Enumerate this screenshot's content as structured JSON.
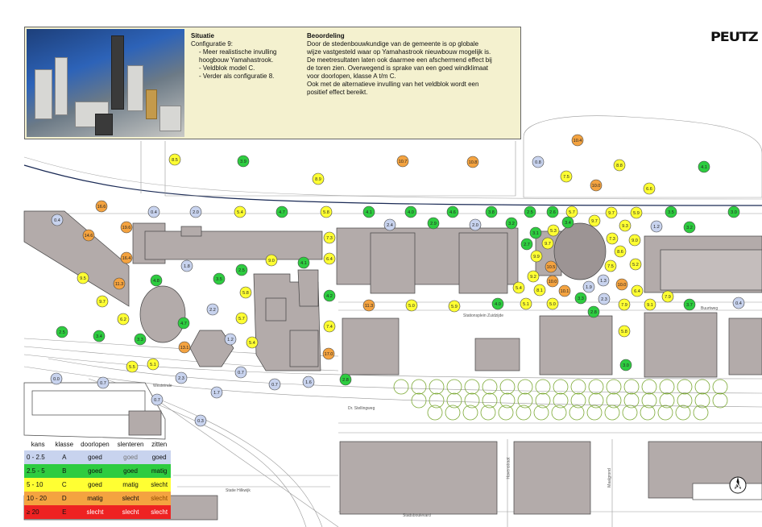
{
  "header": {
    "situatie": {
      "heading": "Situatie",
      "subheading": "Configuratie 9:",
      "items": [
        "Meer realistische invulling hoogbouw Yamahastrook.",
        "Veldblok model C.",
        "Verder als configuratie 8."
      ]
    },
    "beoordeling": {
      "heading": "Beoordeling",
      "lines": [
        "Door de stedenbouwkundige van de gemeente is op globale",
        "wijze vastgesteld waar op Yamahastrook nieuwbouw mogelijk is.",
        "De meetresultaten laten ook daarmee een afschermend effect bij",
        "de toren zien. Overwegend is sprake van een goed windklimaat",
        "voor doorlopen, klasse A t/m C.",
        "Ook met de alternatieve invulling van het veldblok wordt een",
        "positief effect bereikt."
      ]
    }
  },
  "logo": "PEUTZ",
  "north_label": "N",
  "street_labels": [
    "Stationsplein Zuidzijde",
    "Buurtweg",
    "Westeinde",
    "Dr. Stellingweg",
    "Havenstraat",
    "Maalgrond",
    "Statie Hilkwijk",
    "Stadsboulevard"
  ],
  "legend": {
    "headers": [
      "kans",
      "klasse",
      "doorlopen",
      "slenteren",
      "zitten"
    ],
    "rows": [
      {
        "range": "0 - 2.5",
        "klasse": "A",
        "doorlopen": "goed",
        "slenteren": "goed",
        "zitten": "goed",
        "color": "#c8d3ee"
      },
      {
        "range": "2.5 - 5",
        "klasse": "B",
        "doorlopen": "goed",
        "slenteren": "goed",
        "zitten": "matig",
        "color": "#2ecc40"
      },
      {
        "range": "5 - 10",
        "klasse": "C",
        "doorlopen": "goed",
        "slenteren": "matig",
        "zitten": "slecht",
        "color": "#ffff33"
      },
      {
        "range": "10 - 20",
        "klasse": "D",
        "doorlopen": "matig",
        "slenteren": "slecht",
        "zitten": "slecht",
        "color": "#f4a340"
      },
      {
        "range": "≥ 20",
        "klasse": "E",
        "doorlopen": "slecht",
        "slenteren": "slecht",
        "zitten": "slecht",
        "color": "#ee2222"
      }
    ]
  },
  "class_colors": {
    "A": "#c8d3ee",
    "B": "#2ecc40",
    "C": "#ffff33",
    "D": "#f4a340"
  },
  "measurements": [
    {
      "v": "8.5",
      "c": "C"
    },
    {
      "v": "3.9",
      "c": "B"
    },
    {
      "v": "8.9",
      "c": "C"
    },
    {
      "v": "10.7",
      "c": "D"
    },
    {
      "v": "10.8",
      "c": "D"
    },
    {
      "v": "0.8",
      "c": "A"
    },
    {
      "v": "10.4",
      "c": "D"
    },
    {
      "v": "7.5",
      "c": "C"
    },
    {
      "v": "8.8",
      "c": "C"
    },
    {
      "v": "10.0",
      "c": "D"
    },
    {
      "v": "6.6",
      "c": "C"
    },
    {
      "v": "4.1",
      "c": "B"
    },
    {
      "v": "16.6",
      "c": "D"
    },
    {
      "v": "0.4",
      "c": "A"
    },
    {
      "v": "2.0",
      "c": "A"
    },
    {
      "v": "5.4",
      "c": "C"
    },
    {
      "v": "4.7",
      "c": "B"
    },
    {
      "v": "5.8",
      "c": "C"
    },
    {
      "v": "4.1",
      "c": "B"
    },
    {
      "v": "4.0",
      "c": "B"
    },
    {
      "v": "4.6",
      "c": "B"
    },
    {
      "v": "3.8",
      "c": "B"
    },
    {
      "v": "2.5",
      "c": "B"
    },
    {
      "v": "2.6",
      "c": "B"
    },
    {
      "v": "5.7",
      "c": "C"
    },
    {
      "v": "9.7",
      "c": "C"
    },
    {
      "v": "5.9",
      "c": "C"
    },
    {
      "v": "3.5",
      "c": "B"
    },
    {
      "v": "3.0",
      "c": "B"
    },
    {
      "v": "0.4",
      "c": "A"
    },
    {
      "v": "19.6",
      "c": "D"
    },
    {
      "v": "2.4",
      "c": "A"
    },
    {
      "v": "2.9",
      "c": "B"
    },
    {
      "v": "2.0",
      "c": "A"
    },
    {
      "v": "3.2",
      "c": "B"
    },
    {
      "v": "3.4",
      "c": "B"
    },
    {
      "v": "9.7",
      "c": "C"
    },
    {
      "v": "9.3",
      "c": "C"
    },
    {
      "v": "1.2",
      "c": "A"
    },
    {
      "v": "3.2",
      "c": "B"
    },
    {
      "v": "14.6",
      "c": "D"
    },
    {
      "v": "7.3",
      "c": "C"
    },
    {
      "v": "3.1",
      "c": "B"
    },
    {
      "v": "5.3",
      "c": "C"
    },
    {
      "v": "7.3",
      "c": "C"
    },
    {
      "v": "9.0",
      "c": "C"
    },
    {
      "v": "2.7",
      "c": "B"
    },
    {
      "v": "9.7",
      "c": "C"
    },
    {
      "v": "8.6",
      "c": "C"
    },
    {
      "v": "16.4",
      "c": "D"
    },
    {
      "v": "9.0",
      "c": "C"
    },
    {
      "v": "4.1",
      "c": "B"
    },
    {
      "v": "6.4",
      "c": "C"
    },
    {
      "v": "9.9",
      "c": "C"
    },
    {
      "v": "1.8",
      "c": "A"
    },
    {
      "v": "2.5",
      "c": "B"
    },
    {
      "v": "10.5",
      "c": "D"
    },
    {
      "v": "7.5",
      "c": "C"
    },
    {
      "v": "5.2",
      "c": "C"
    },
    {
      "v": "9.5",
      "c": "C"
    },
    {
      "v": "11.3",
      "c": "D"
    },
    {
      "v": "4.8",
      "c": "B"
    },
    {
      "v": "3.5",
      "c": "B"
    },
    {
      "v": "9.2",
      "c": "C"
    },
    {
      "v": "10.0",
      "c": "D"
    },
    {
      "v": "1.3",
      "c": "A"
    },
    {
      "v": "10.0",
      "c": "D"
    },
    {
      "v": "5.8",
      "c": "C"
    },
    {
      "v": "4.2",
      "c": "B"
    },
    {
      "v": "5.4",
      "c": "C"
    },
    {
      "v": "8.1",
      "c": "C"
    },
    {
      "v": "10.1",
      "c": "D"
    },
    {
      "v": "1.9",
      "c": "A"
    },
    {
      "v": "6.4",
      "c": "C"
    },
    {
      "v": "7.9",
      "c": "C"
    },
    {
      "v": "9.7",
      "c": "C"
    },
    {
      "v": "2.2",
      "c": "A"
    },
    {
      "v": "11.3",
      "c": "D"
    },
    {
      "v": "5.0",
      "c": "C"
    },
    {
      "v": "5.9",
      "c": "C"
    },
    {
      "v": "4.0",
      "c": "B"
    },
    {
      "v": "5.1",
      "c": "C"
    },
    {
      "v": "5.0",
      "c": "C"
    },
    {
      "v": "3.3",
      "c": "B"
    },
    {
      "v": "2.3",
      "c": "A"
    },
    {
      "v": "7.9",
      "c": "C"
    },
    {
      "v": "9.1",
      "c": "C"
    },
    {
      "v": "3.7",
      "c": "B"
    },
    {
      "v": "0.4",
      "c": "A"
    },
    {
      "v": "6.2",
      "c": "C"
    },
    {
      "v": "5.7",
      "c": "C"
    },
    {
      "v": "2.8",
      "c": "B"
    },
    {
      "v": "2.5",
      "c": "B"
    },
    {
      "v": "3.4",
      "c": "B"
    },
    {
      "v": "3.3",
      "c": "B"
    },
    {
      "v": "4.7",
      "c": "B"
    },
    {
      "v": "7.4",
      "c": "C"
    },
    {
      "v": "5.8",
      "c": "C"
    },
    {
      "v": "13.1",
      "c": "D"
    },
    {
      "v": "1.2",
      "c": "A"
    },
    {
      "v": "5.4",
      "c": "C"
    },
    {
      "v": "17.0",
      "c": "D"
    },
    {
      "v": "5.5",
      "c": "C"
    },
    {
      "v": "5.1",
      "c": "C"
    },
    {
      "v": "3.0",
      "c": "B"
    },
    {
      "v": "0.0",
      "c": "A"
    },
    {
      "v": "0.7",
      "c": "A"
    },
    {
      "v": "2.3",
      "c": "A"
    },
    {
      "v": "0.7",
      "c": "A"
    },
    {
      "v": "0.7",
      "c": "A"
    },
    {
      "v": "1.6",
      "c": "A"
    },
    {
      "v": "2.8",
      "c": "B"
    },
    {
      "v": "1.7",
      "c": "A"
    },
    {
      "v": "0.7",
      "c": "A"
    },
    {
      "v": "0.3",
      "c": "A"
    }
  ]
}
